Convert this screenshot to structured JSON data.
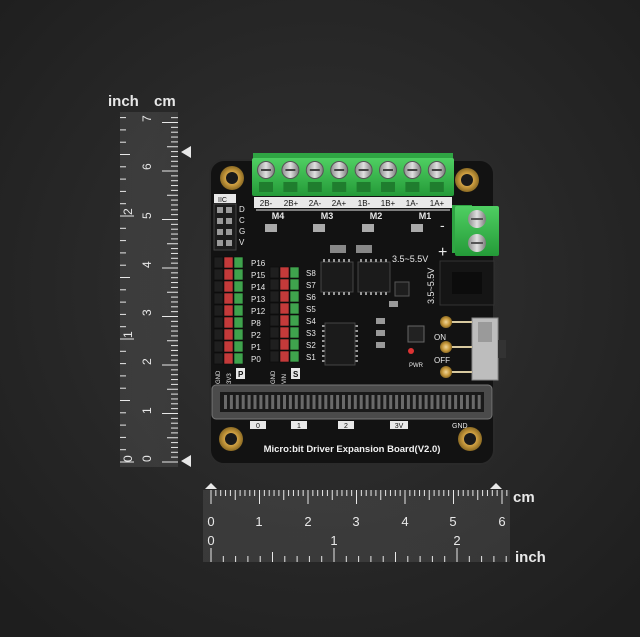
{
  "vertical_ruler": {
    "inch_label": "inch",
    "cm_label": "cm",
    "inch_ticks": [
      "0",
      "1",
      "2"
    ],
    "cm_ticks": [
      "0",
      "1",
      "2",
      "3",
      "4",
      "5",
      "6",
      "7"
    ]
  },
  "horizontal_ruler": {
    "cm_label": "cm",
    "inch_label": "inch",
    "cm_ticks": [
      "0",
      "1",
      "2",
      "3",
      "4",
      "5",
      "6"
    ],
    "inch_ticks": [
      "0",
      "1",
      "2"
    ]
  },
  "board": {
    "title": "Micro:bit Driver Expansion Board(V2.0)",
    "motor_pins": [
      "2B-",
      "2B+",
      "2A-",
      "2A+",
      "1B-",
      "1B+",
      "1A-",
      "1A+"
    ],
    "motor_groups": [
      "M4",
      "M3",
      "M2",
      "M1"
    ],
    "iic_label": "IIC",
    "iic_pins": [
      "D",
      "C",
      "G",
      "V"
    ],
    "p_pins": [
      "P16",
      "P15",
      "P14",
      "P13",
      "P12",
      "P8",
      "P2",
      "P1",
      "P0"
    ],
    "s_pins": [
      "S8",
      "S7",
      "S6",
      "S5",
      "S4",
      "S3",
      "S2",
      "S1"
    ],
    "p_bottom": [
      "GND",
      "3V3",
      "P"
    ],
    "s_bottom": [
      "GND",
      "VIN",
      "S"
    ],
    "plus_sign": "+",
    "minus_sign": "-",
    "voltage_label": "3.5~5.5V",
    "voltage_label_vertical": "3.5~5.5V",
    "switch_on": "ON",
    "switch_off": "OFF",
    "pwr_label": "PWR",
    "edge_pads": [
      "0",
      "1",
      "2",
      "3V",
      "GND"
    ],
    "colors": {
      "board": "#111111",
      "terminal": "#35b24a",
      "header_red": "#c43a3a",
      "header_black": "#1d1d1d"
    }
  }
}
